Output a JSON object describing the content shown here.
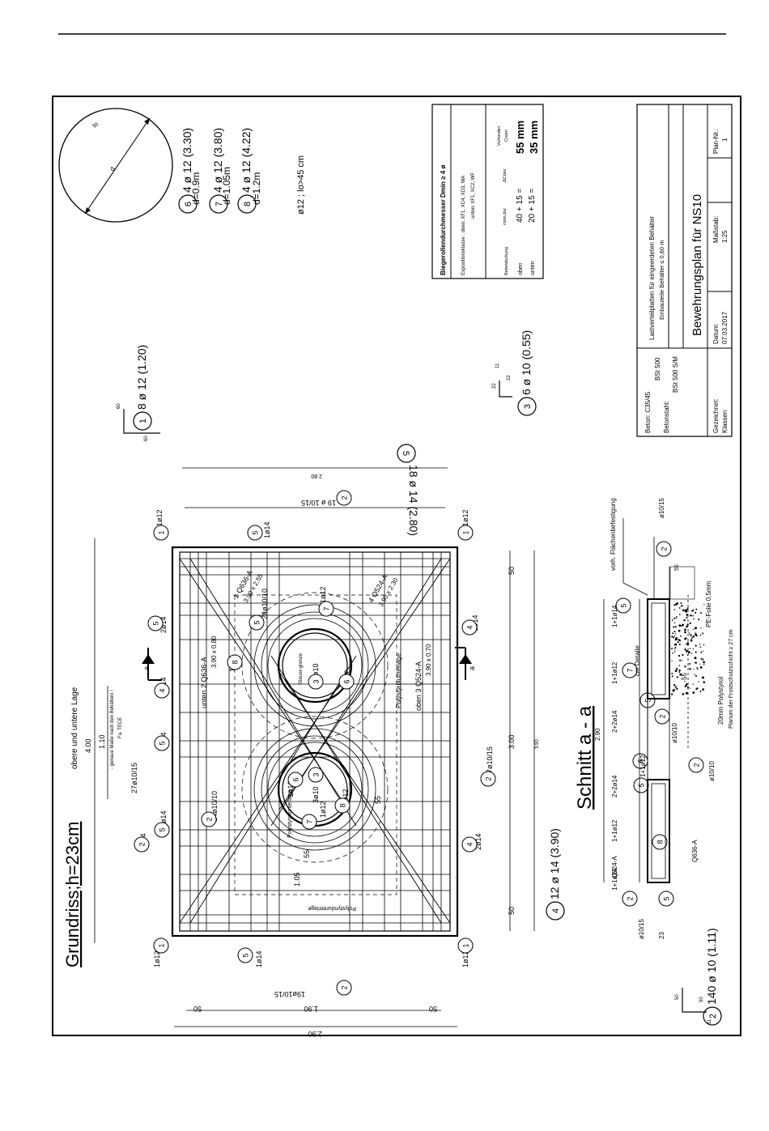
{
  "plan": {
    "grundriss_title": "Grundriss;h=23cm",
    "grundriss_sub": "obere und untere Lage",
    "schnitt_title": "Schnitt a - a",
    "bend_note": "ø12 ; lo>45 cm",
    "bend_d": "d",
    "bend_lo": "lo"
  },
  "schedule": [
    {
      "no": "6",
      "text": "4 ø 12 (3.30)",
      "sub": "d=0.9m"
    },
    {
      "no": "7",
      "text": "4 ø 12 (3.80)",
      "sub": "d=1.05m"
    },
    {
      "no": "8",
      "text": "4 ø 12 (4.22)",
      "sub": "d=1.2m"
    },
    {
      "no": "1",
      "text": "8 ø 12 (1.20)",
      "sub": ""
    },
    {
      "no": "5",
      "text": "18 ø 14 (2.80)",
      "sub": ""
    },
    {
      "no": "3",
      "text": "6 ø 10 (0.55)",
      "sub": ""
    },
    {
      "no": "4",
      "text": "12 ø 14 (3.90)",
      "sub": ""
    },
    {
      "no": "2",
      "text": "140 ø 10 (1.11)",
      "sub": ""
    }
  ],
  "cover_table": {
    "title": "Biegerollendurchmesser Dmin ≥ 4 ø",
    "exposition": "Expositionsklasse : oben: XF1, XC4, XD3, WA",
    "exposition2": "unten: XF1, XC2, WF",
    "h_bedeckung": "Betondeckung",
    "h_cmin": "cmin,dur",
    "h_dc": "ΔCdev",
    "h_cnom": "Cnom",
    "h_vorhanden": "Vorhanden",
    "row1_label": "oben",
    "row1_calc": "40 + 15 =",
    "row1_val": "55 mm",
    "row2_label": "unten",
    "row2_calc": "20 + 15 =",
    "row2_val": "35 mm"
  },
  "title_block": {
    "beton": "Beton: C35/45",
    "betonstahl_label": "Betonstahl:",
    "bst500": "BSt 500",
    "betonstahl": "BSt 500 S/M",
    "project": "Lastverteilplatten für eingeerdeten Behälter",
    "project2": "Einbauteile Behälter ≤ 0,60 m",
    "plan_title": "Bewehrungsplan für NS10",
    "gezeichnet_label": "Gezeichnet:",
    "gezeichnet": "Klassen",
    "datum_label": "Datum:",
    "datum": "07.03.2017",
    "massstab_label": "Maßstab:",
    "massstab": "1:25",
    "plannr_label": "Plan-Nr.:",
    "plannr": "1"
  },
  "dims": {
    "d400": "4.00",
    "d110": "1.10",
    "d300": "3.00",
    "d390": "3.90",
    "d50": "50",
    "d290": "2.90",
    "d190": "1.90",
    "d280": "2.80",
    "d105": "1.05",
    "d55": "55",
    "d60": "60",
    "d22": "22",
    "d11": "11",
    "d23": "23",
    "d290b": "2.90"
  },
  "labels": {
    "behaelter_note": "- genaue Maße nach den Behältern !",
    "fa": "Fa. TECE",
    "unten_mat": "unten 2 Q636-A",
    "unten_dim": "3.90 x 0.80",
    "oben_mat": "oben 3 Q524-A",
    "oben_dim": "3.90 x 0.70",
    "m1": "1 Q636-A",
    "m1dim": "3.90 x 2.55",
    "m4": "4 Q524-A",
    "m4dim": "3.90 x 2.30",
    "polystyrol": "Polystyrolunterlage",
    "bar_2_27": "27ø10/15",
    "bar_2_19": "19ø10/15",
    "bar_2_19top": "19 ø 10/15",
    "bar_24": "24ø10/10",
    "bar_1012": "1ø12",
    "bar_2014": "2ø14",
    "bar_3014": "3ø14",
    "bar_1014": "1ø14",
    "bar_3010": "3ø10",
    "bar_1p1012": "1+1ø12",
    "bar_2p2014": "2+2ø14",
    "bar_1p1014": "1+1ø14",
    "bar_10_10": "ø10/10",
    "bar_10_15": "ø10/15",
    "q636": "Q636-A",
    "q524": "Q524-A",
    "vorh": "vorh. Flächenbefestigung",
    "pe": "PE-Folie 0,5mm",
    "poly20": "20mm Polystyrol",
    "planum": "Planum der Frostschutzschicht ≥ 27 cm",
    "detail": "cm Detaile",
    "a_mark": "a",
    "steuer": "Steuer-grenze"
  },
  "palette": {
    "ink": "#000000",
    "paper": "#ffffff",
    "dash": "#444444"
  }
}
